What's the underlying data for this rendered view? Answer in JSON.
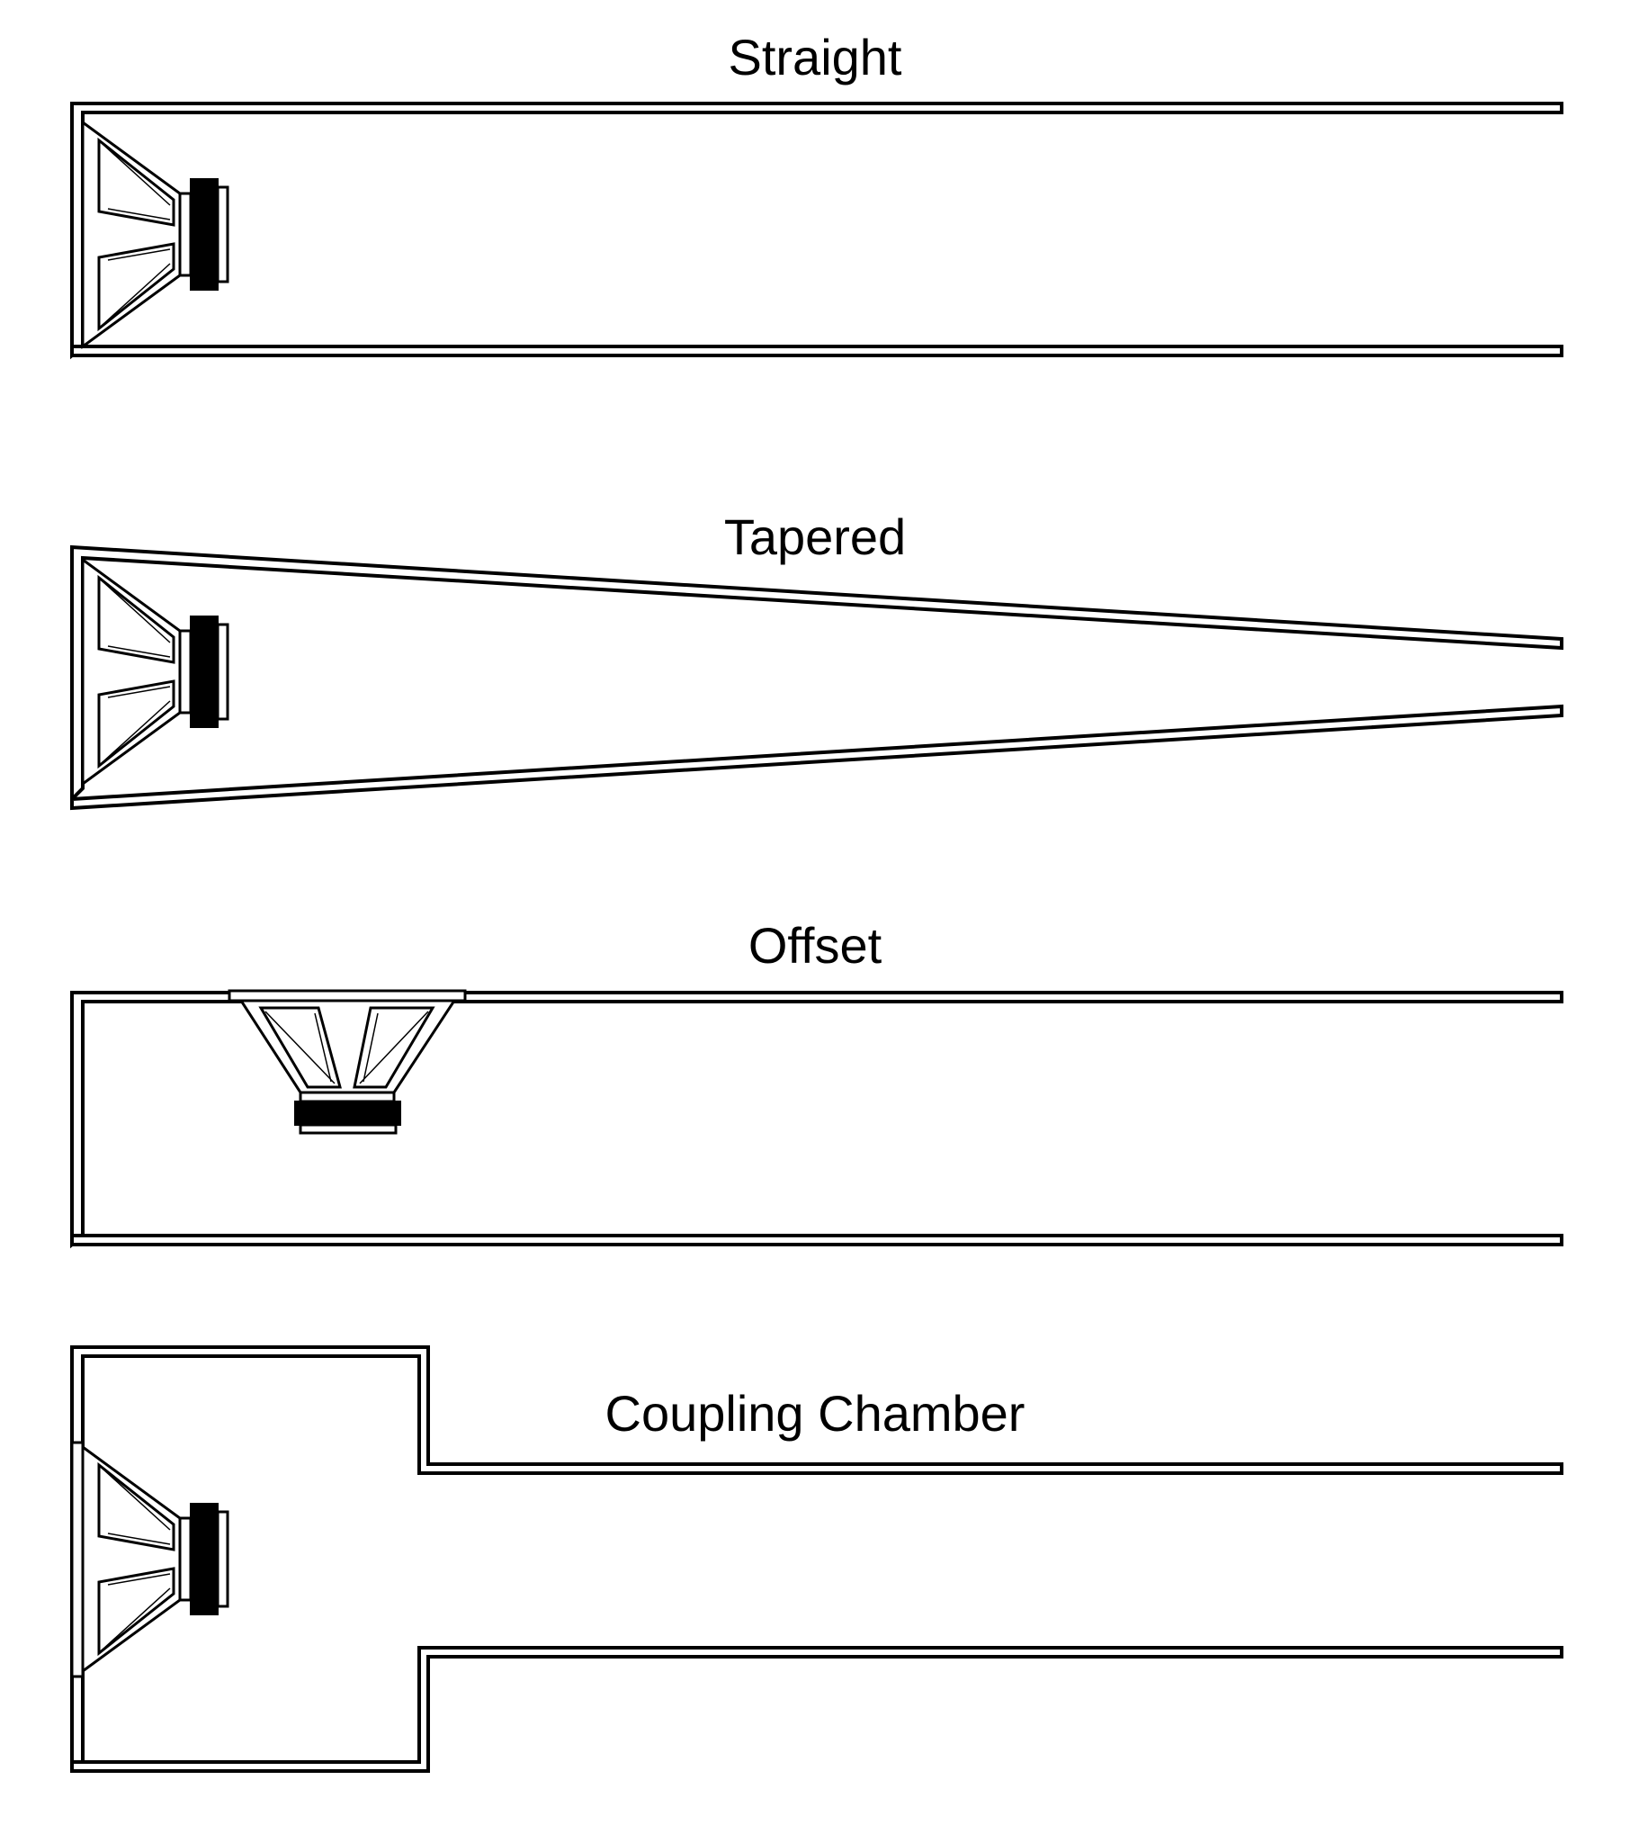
{
  "diagrams": [
    {
      "label": "Straight"
    },
    {
      "label": "Tapered"
    },
    {
      "label": "Offset"
    },
    {
      "label": "Coupling Chamber"
    }
  ],
  "colors": {
    "line": "#000000",
    "background": "#ffffff"
  }
}
